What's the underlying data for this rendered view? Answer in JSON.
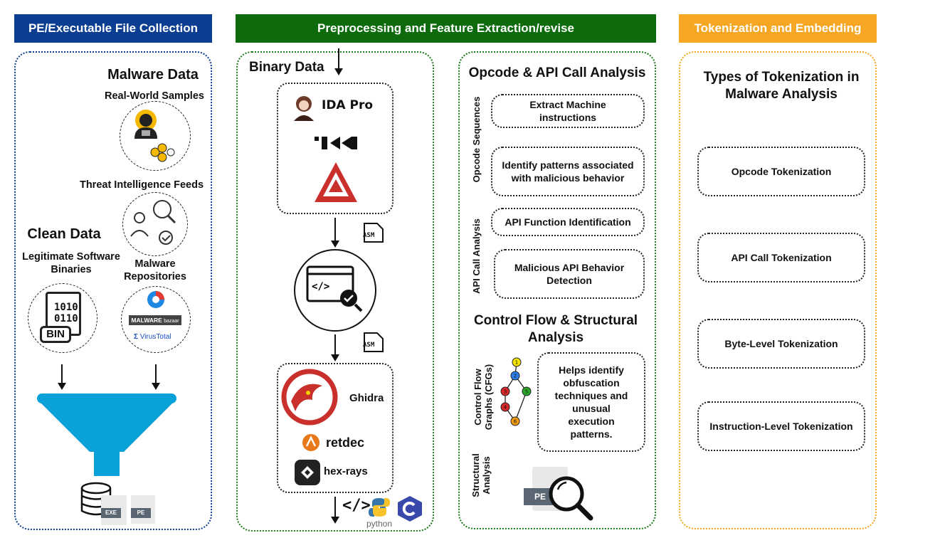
{
  "columns": {
    "collection": {
      "title": "PE/Executable File Collection",
      "color": "#0b3d91"
    },
    "preprocessing": {
      "title": "Preprocessing and Feature Extraction/revise",
      "color": "#0d6b0d"
    },
    "tokenization": {
      "title": "Tokenization and Embedding",
      "color": "#f39c12"
    }
  },
  "collection": {
    "malware_data": "Malware Data",
    "real_world": "Real-World Samples",
    "threat_feeds": "Threat Intelligence Feeds",
    "clean_data": "Clean Data",
    "legit_line1": "Legitimate Software",
    "legit_line2": "Binaries",
    "repos_line1": "Malware",
    "repos_line2": "Repositories",
    "bin_text": "BIN",
    "bits1": "1010",
    "bits2": "0110",
    "bazaar_label": "MALWARE",
    "bazaar_sub": "bazaar",
    "virustotal": "VirusTotal",
    "exe": "EXE",
    "pe": "PE"
  },
  "preprocessing": {
    "binary_data": "Binary Data",
    "ida": "IDA Pro",
    "asm": "ASM",
    "ghidra": "Ghidra",
    "retdec": "retdec",
    "hexrays": "hex-rays",
    "python": "python"
  },
  "analysis": {
    "opcode_api_title": "Opcode & API Call Analysis",
    "opcode_sequences": "Opcode Sequences",
    "extract": "Extract Machine instructions",
    "identify": "Identify patterns associated with malicious behavior",
    "api_call_analysis": "API Call Analysis",
    "api_function": "API Function Identification",
    "malicious_api": "Malicious API Behavior Detection",
    "control_title": "Control Flow & Structural Analysis",
    "cfg_label": "Control Flow Graphs (CFGs)",
    "helps": "Helps identify obfuscation techniques and unusual execution patterns.",
    "structural": "Structural Analysis",
    "pe": "PE",
    "cfg_nodes": [
      "1",
      "2",
      "3",
      "4",
      "5",
      "6"
    ]
  },
  "tokenization": {
    "heading": "Types of Tokenization in Malware Analysis",
    "types": [
      "Opcode Tokenization",
      "API Call Tokenization",
      "Byte-Level Tokenization",
      "Instruction-Level Tokenization"
    ]
  }
}
